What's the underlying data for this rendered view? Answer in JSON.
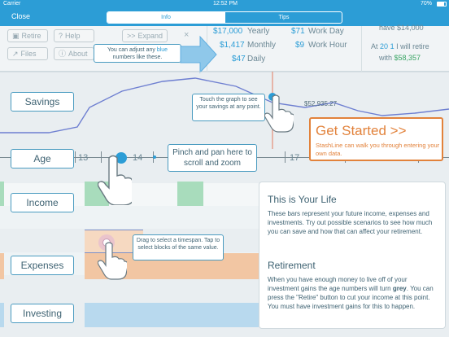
{
  "status": {
    "carrier": "Carrier",
    "time": "12:52 PM",
    "battery": "70%"
  },
  "nav": {
    "close": "Close",
    "tabs": [
      "Info",
      "Tips"
    ]
  },
  "toolbar": {
    "retire": "Retire",
    "help": "Help",
    "expand": "Expand",
    "files": "Files",
    "about": "About",
    "close_x": "×"
  },
  "summary": {
    "yearly_value": "$17,000",
    "yearly_label": "Yearly",
    "monthly_value": "$1,417",
    "monthly_label": "Monthly",
    "daily_value": "$47",
    "daily_label": "Daily",
    "workday_value": "$71",
    "workday_label": "Work Day",
    "workhour_value": "$9",
    "workhour_label": "Work Hour",
    "have_prefix": "have",
    "have_value": "$14,000",
    "retire_at_prefix": "At",
    "retire_age": "20",
    "retire_mid": "1",
    "retire_suffix": "I will retire",
    "retire_with_prefix": "with",
    "retire_with_value": "$58,357"
  },
  "tips": {
    "blue_numbers_1": "You can adjust any",
    "blue_numbers_word": "blue",
    "blue_numbers_2": "numbers like these.",
    "touch_graph": "Touch the graph to see your savings at any point.",
    "pinch": "Pinch and pan here to scroll and zoom",
    "drag": "Drag to select a timespan. Tap to select blocks of the same value."
  },
  "rows": {
    "savings": "Savings",
    "age": "Age",
    "income": "Income",
    "expenses": "Expenses",
    "investing": "Investing"
  },
  "graph": {
    "value_label": "$52,935.27"
  },
  "ages": {
    "a13": "13",
    "a14": "14",
    "a17": "17"
  },
  "get_started": {
    "title": "Get Started >>",
    "subtitle": "StashLine can walk you through entering your own data."
  },
  "info": {
    "h1": "This is Your Life",
    "p1": "These bars represent your future income, expenses and investments. Try out possible scenarios to see how much you can save and how that can affect your retirement.",
    "h2": "Retirement",
    "p2a": "When you have enough money to live off of your investment gains the age numbers will turn ",
    "p2b": "grey",
    "p2c": ". You can press the \"Retire\" button to cut your income at this point. You must have investment gains for this to happen."
  },
  "colors": {
    "accent": "#2c9dd6",
    "orange": "#e2823b",
    "income_green": "#a8dcbc",
    "expense_orange": "#f2c6a3",
    "invest_blue": "#b8d9ee"
  }
}
